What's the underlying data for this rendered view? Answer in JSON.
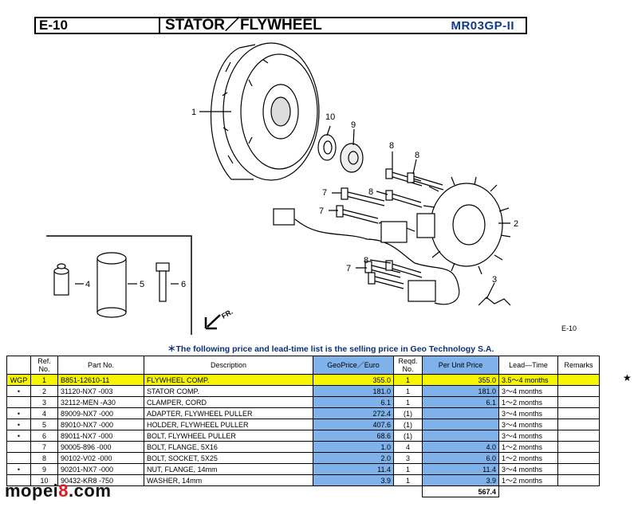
{
  "header": {
    "code": "E-10",
    "title": "STATOR／FLYWHEEL",
    "model": "MR03GP-II"
  },
  "figure": {
    "label": "E-10",
    "direction": "FR.",
    "callouts": [
      "1",
      "2",
      "3",
      "4",
      "5",
      "6",
      "7",
      "7",
      "7",
      "8",
      "8",
      "8",
      "8",
      "9",
      "10"
    ]
  },
  "note": "＊The following price and lead-time list is the selling price in Geo Technology S.A.",
  "table": {
    "headers": {
      "group": "",
      "ref": "Ref.\nNo.",
      "part": "Part  No.",
      "desc": "Description",
      "geo_price": "GeoPrice／Euro",
      "reqd": "Reqd.\nNo.",
      "unit_price": "Per Unit Price",
      "lead": "Lead―Time",
      "remarks": "Remarks"
    },
    "rows": [
      {
        "group": "WGP",
        "ref": "1",
        "part": "B851-12610-11",
        "desc": "FLYWHEEL COMP.",
        "geo": "355.0",
        "reqd": "1",
        "unit": "355.0",
        "lead": "3.5～4 months",
        "remarks": "",
        "highlight": true
      },
      {
        "group": "•",
        "ref": "2",
        "part": "31120-NX7 -003",
        "desc": "STATOR COMP.",
        "geo": "181.0",
        "reqd": "1",
        "unit": "181.0",
        "lead": "3～4 months",
        "remarks": ""
      },
      {
        "group": "",
        "ref": "3",
        "part": "32112-MEN -A30",
        "desc": "CLAMPER, CORD",
        "geo": "6.1",
        "reqd": "1",
        "unit": "6.1",
        "lead": "1～2 months",
        "remarks": ""
      },
      {
        "group": "•",
        "ref": "4",
        "part": "89009-NX7 -000",
        "desc": "ADAPTER, FLYWHEEL PULLER",
        "geo": "272.4",
        "reqd": "(1)",
        "unit": "",
        "lead": "3～4 months",
        "remarks": ""
      },
      {
        "group": "•",
        "ref": "5",
        "part": "89010-NX7 -000",
        "desc": "HOLDER, FLYWHEEL PULLER",
        "geo": "407.6",
        "reqd": "(1)",
        "unit": "",
        "lead": "3～4 months",
        "remarks": ""
      },
      {
        "group": "•",
        "ref": "6",
        "part": "89011-NX7 -000",
        "desc": "BOLT, FLYWHEEL PULLER",
        "geo": "68.6",
        "reqd": "(1)",
        "unit": "",
        "lead": "3～4 months",
        "remarks": ""
      },
      {
        "group": "",
        "ref": "7",
        "part": "90005-896 -000",
        "desc": "BOLT, FLANGE, 5X16",
        "geo": "1.0",
        "reqd": "4",
        "unit": "4.0",
        "lead": "1～2 months",
        "remarks": ""
      },
      {
        "group": "",
        "ref": "8",
        "part": "90102-V02 -000",
        "desc": "BOLT, SOCKET, 5X25",
        "geo": "2.0",
        "reqd": "3",
        "unit": "6.0",
        "lead": "1～2 months",
        "remarks": ""
      },
      {
        "group": "•",
        "ref": "9",
        "part": "90201-NX7 -000",
        "desc": "NUT, FLANGE, 14mm",
        "geo": "11.4",
        "reqd": "1",
        "unit": "11.4",
        "lead": "3～4 months",
        "remarks": ""
      },
      {
        "group": "",
        "ref": "10",
        "part": "90432-KR8 -750",
        "desc": "WASHER, 14mm",
        "geo": "3.9",
        "reqd": "1",
        "unit": "3.9",
        "lead": "1～2 months",
        "remarks": ""
      }
    ],
    "total": "567.4",
    "star": "★"
  },
  "watermark": {
    "prefix": "mopei",
    "digit": "8",
    "suffix": ".com"
  }
}
